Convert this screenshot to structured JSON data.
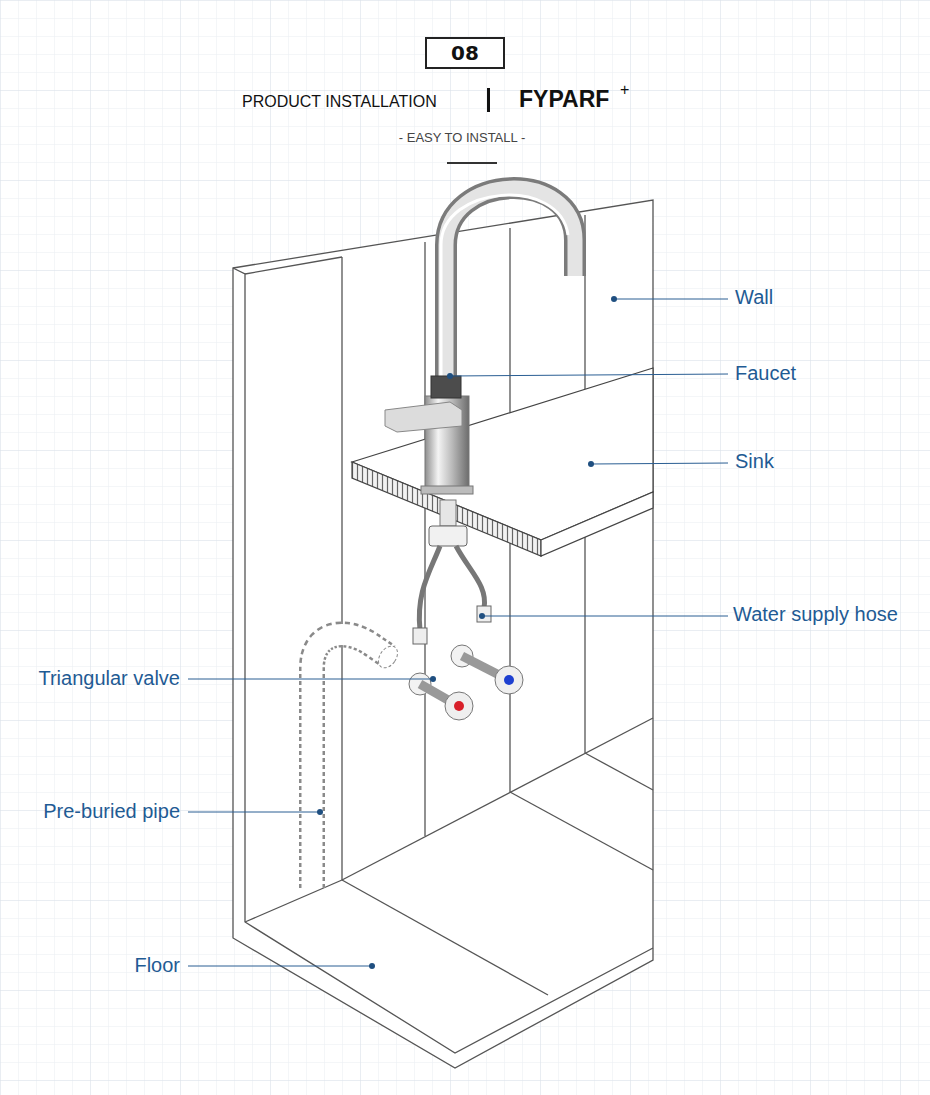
{
  "diagram": {
    "title": "PRODUCT INSTALLATION",
    "nodes": [
      {
        "text": [
          "08"
        ]
      }
    ],
    "labels": [
      "FYPARF",
      "+",
      "- EASY TO INSTALL -",
      "Wall",
      "Faucet",
      "Sink",
      "Water supply hose",
      "Triangular valve",
      "Pre-buried pipe",
      "Floor"
    ]
  }
}
